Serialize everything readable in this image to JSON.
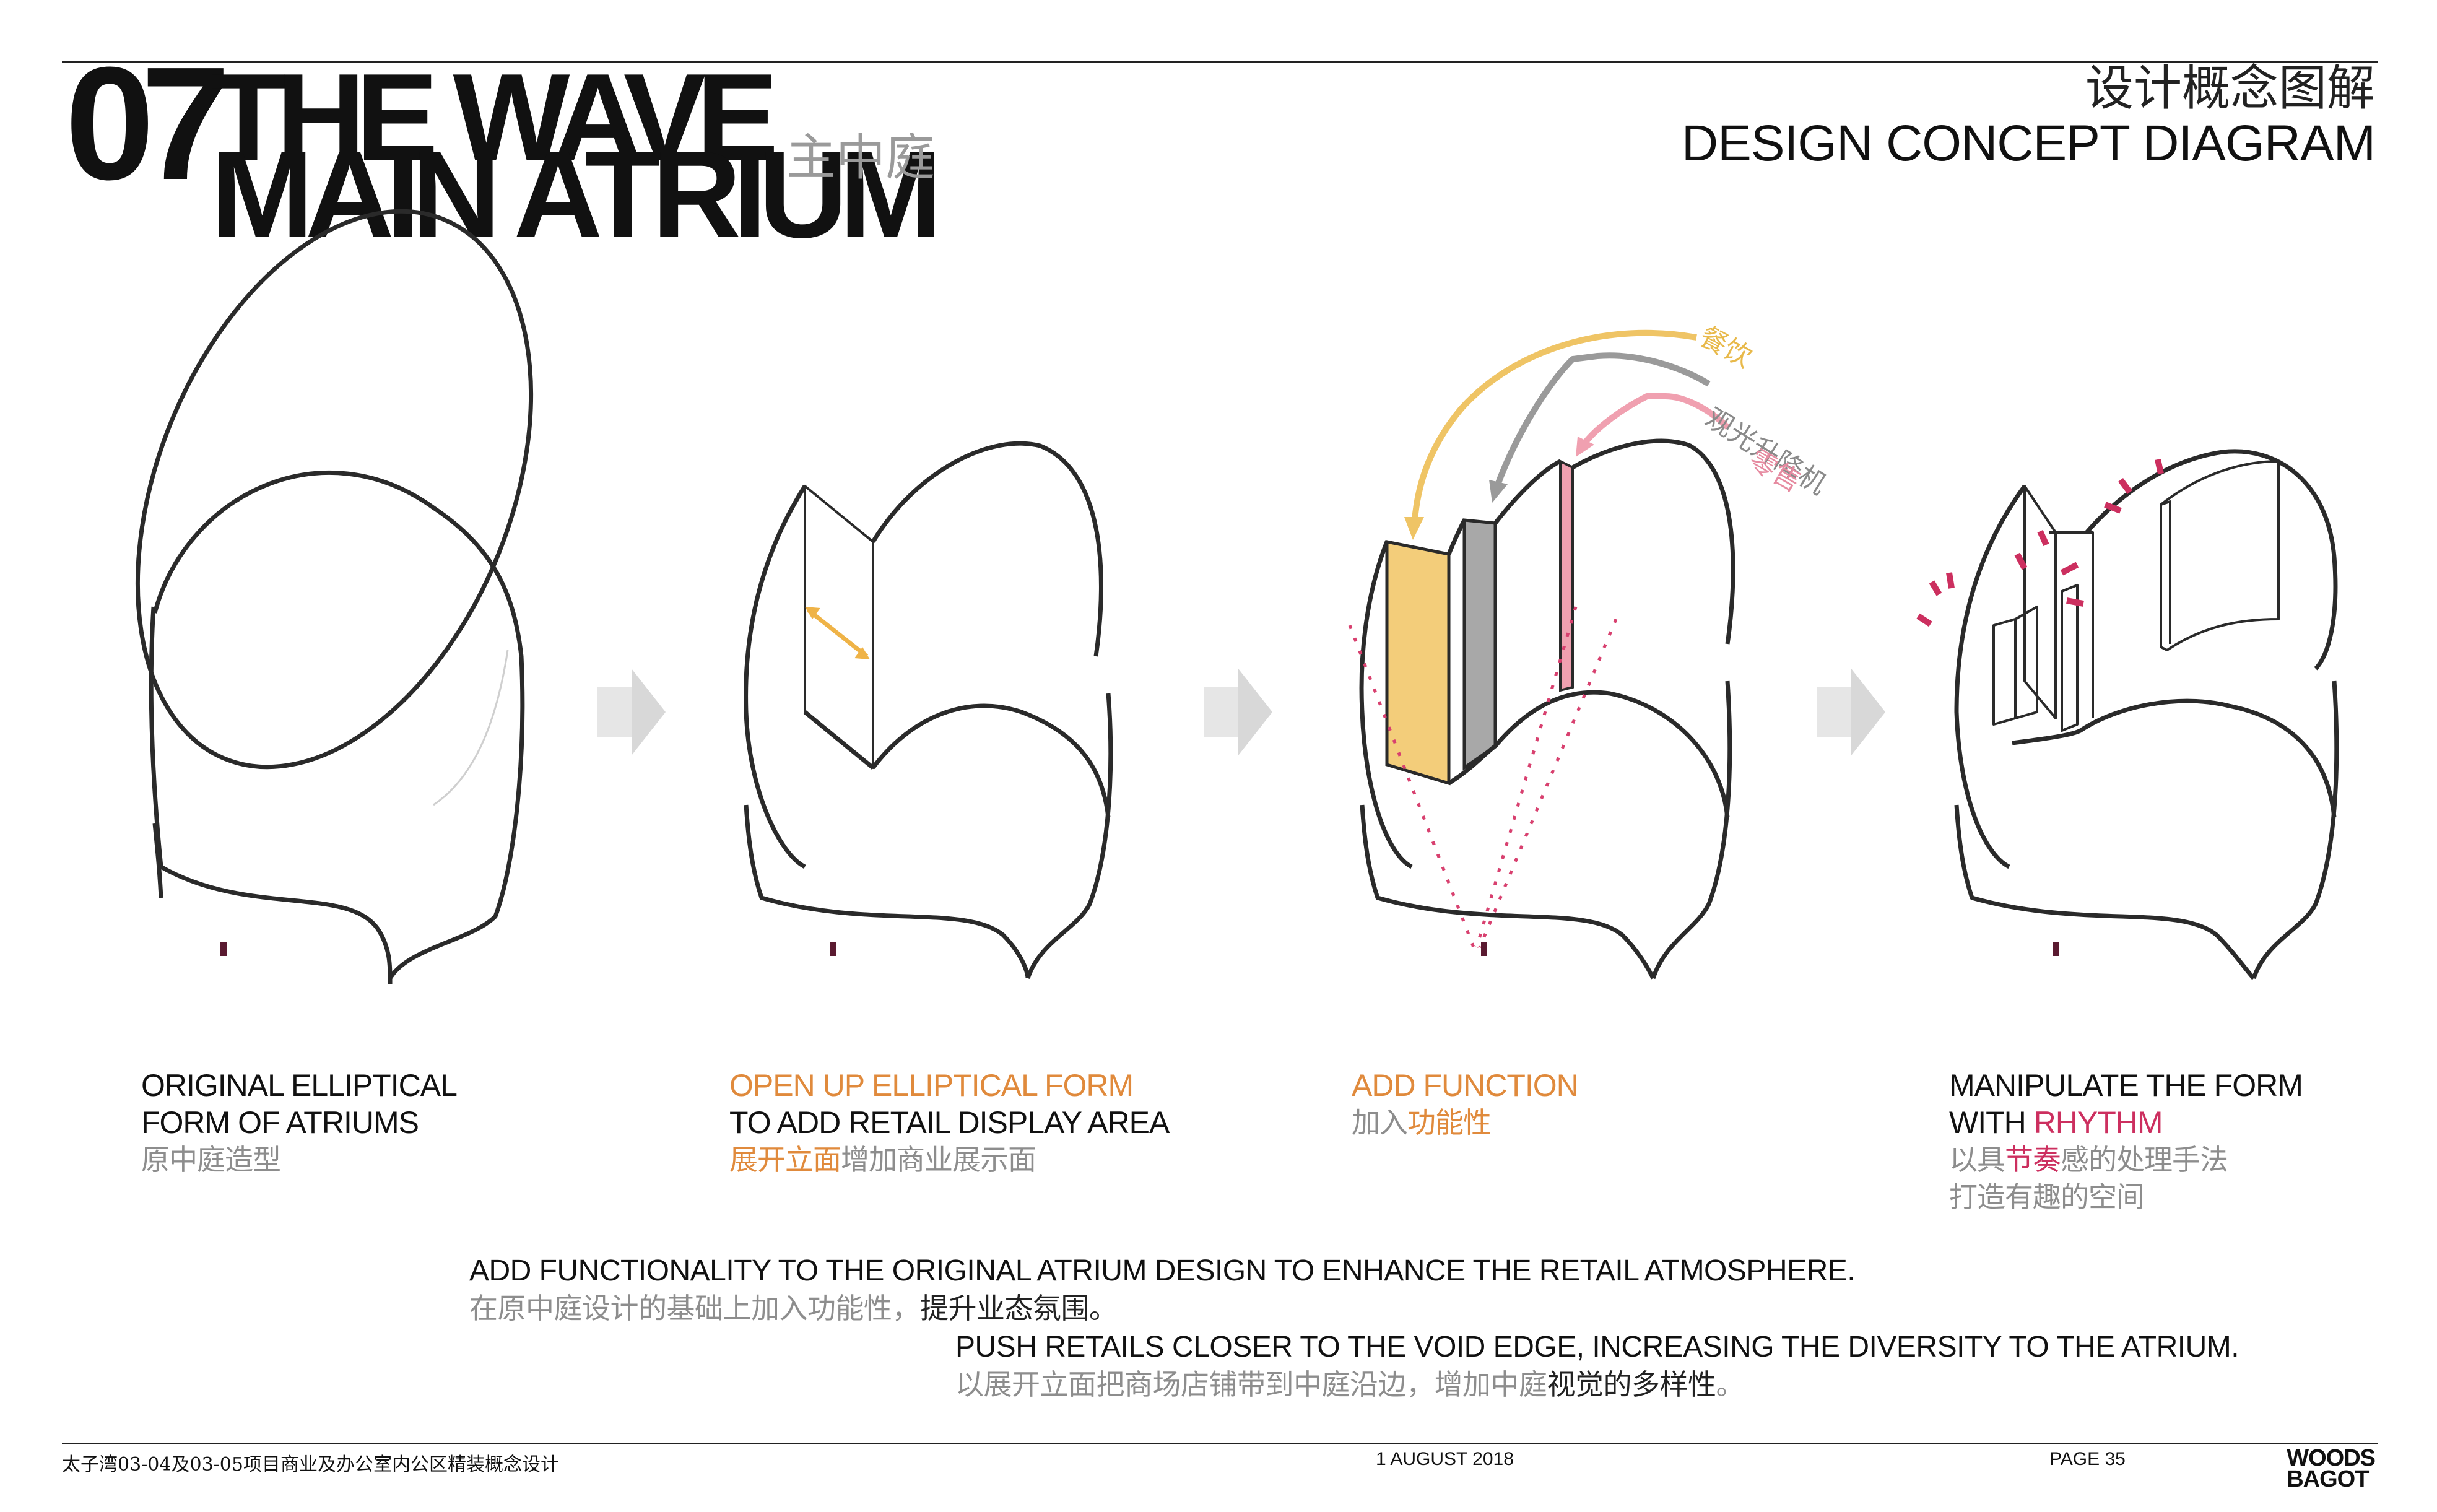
{
  "header": {
    "section_number": "07",
    "title_line1": "THE WAVE",
    "title_line2": "MAIN ATRIUM",
    "title_cn": "主中庭",
    "page_title_cn": "设计概念图解",
    "page_title_en": "DESIGN CONCEPT DIAGRAM"
  },
  "steps": [
    {
      "line1": "ORIGINAL ELLIPTICAL",
      "line2": "FORM OF ATRIUMS",
      "cn": "原中庭造型"
    },
    {
      "line1": "OPEN UP ELLIPTICAL FORM",
      "line2": "TO ADD RETAIL DISPLAY AREA",
      "cn_highlight": "展开立面",
      "cn_rest": "增加商业展示面"
    },
    {
      "line1": "ADD FUNCTION",
      "cn_plain": "加入",
      "cn_highlight": "功能性"
    },
    {
      "line1": "MANIPULATE THE FORM",
      "line2_prefix": "WITH ",
      "line2_highlight": "RHYTHM",
      "cn_a": "以具",
      "cn_highlight": "节奏",
      "cn_b": "感的处理手法",
      "cn_line2": "打造有趣的空间"
    }
  ],
  "flow_labels": {
    "dining": "餐饮",
    "elevator": "观光升降机",
    "retail": "零售"
  },
  "summary": {
    "line1_en": "ADD FUNCTIONALITY TO THE ORIGINAL ATRIUM DESIGN TO ENHANCE THE RETAIL ATMOSPHERE.",
    "line1_cn_grey": "在原中庭设计的基础上加入功能性，",
    "line1_cn_dark": "提升业态氛围。",
    "line2_en": "PUSH RETAILS CLOSER TO THE VOID EDGE, INCREASING THE DIVERSITY TO THE ATRIUM.",
    "line2_cn_grey": "以展开立面把商场店铺带到中庭沿边，增加中庭",
    "line2_cn_dark": "视觉的多样性",
    "line2_cn_end": "。"
  },
  "footer": {
    "project": "太子湾03-04及03-05项目商业及办公室内公区精装概念设计",
    "date": "1 AUGUST 2018",
    "page": "PAGE 35",
    "logo_line1": "WOODS",
    "logo_line2": "BAGOT"
  },
  "colors": {
    "accent_orange": "#e08a3c",
    "accent_pink": "#cc2f5f",
    "dining_yellow": "#f3cd7a",
    "elevator_grey": "#a8a8a8",
    "retail_pink": "#f0a0b0"
  }
}
